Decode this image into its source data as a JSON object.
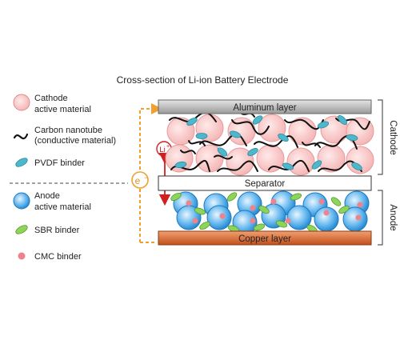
{
  "title": "Cross-section of Li-ion Battery Electrode",
  "legend": {
    "cathode_active": [
      "Cathode",
      "active material"
    ],
    "carbon_nanotube": [
      "Carbon nanotube",
      "(conductive material)"
    ],
    "pvdf": "PVDF binder",
    "anode_active": [
      "Anode",
      "active material"
    ],
    "sbr": "SBR binder",
    "cmc": "CMC binder"
  },
  "layers": {
    "aluminum": "Aluminum layer",
    "separator": "Separator",
    "copper": "Copper layer"
  },
  "side_labels": {
    "cathode": "Cathode",
    "anode": "Anode"
  },
  "ion_label": "Li",
  "ion_charge": "+",
  "electron_label": "e",
  "electron_charge": "−",
  "colors": {
    "cathode_fill": "#f6c1c1",
    "cathode_stroke": "#e07f7f",
    "anode_fill": "#4aa6e0",
    "anode_stroke": "#1f78c0",
    "pvdf": "#4fb7cc",
    "sbr": "#8dd45a",
    "cmc": "#f0828c",
    "aluminum": "#a9a9a9",
    "copper": "#d9662e",
    "electron_path": "#f0a030",
    "ion_arrow": "#d02020"
  }
}
